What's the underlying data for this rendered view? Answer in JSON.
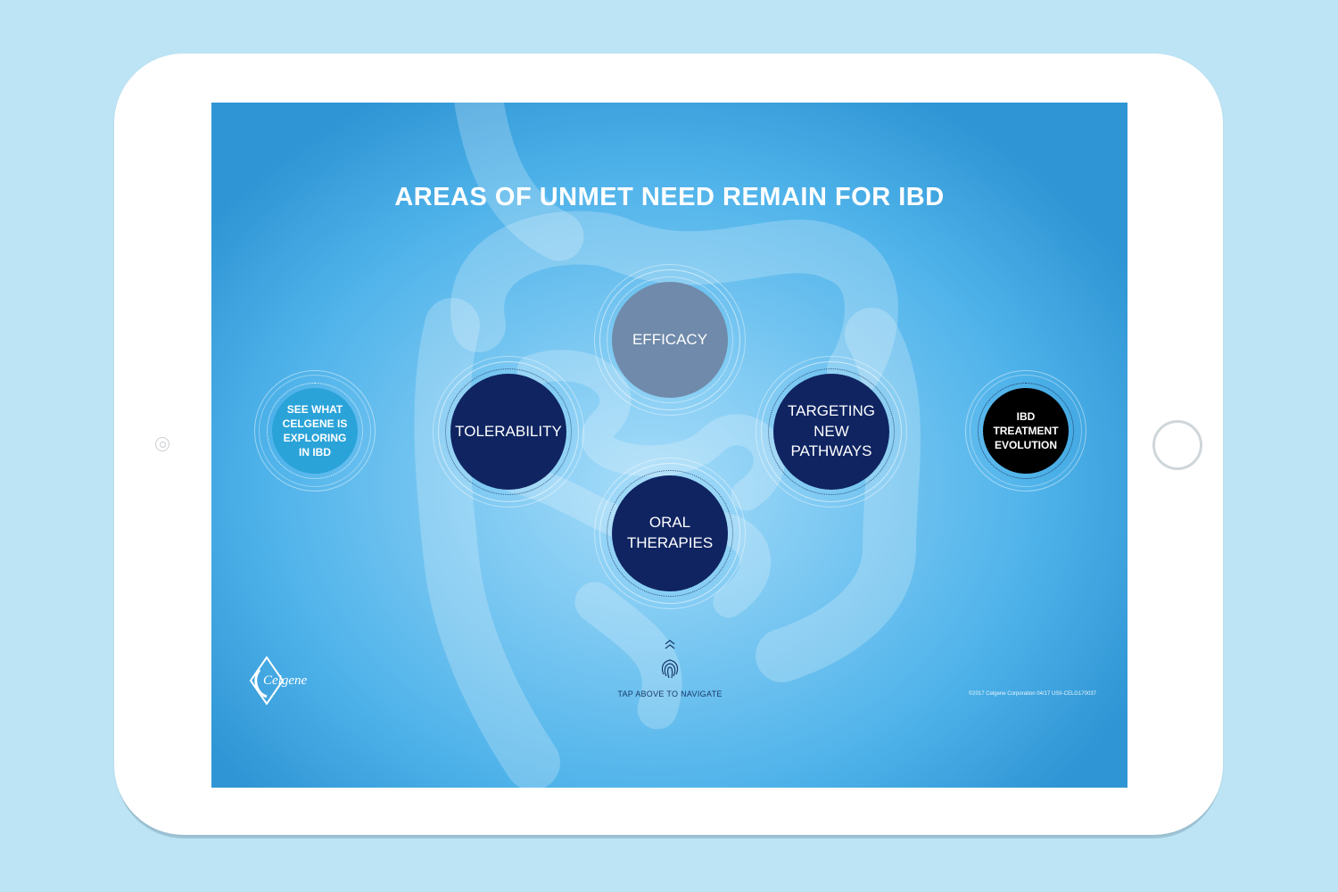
{
  "screen": {
    "title": "AREAS OF UNMET NEED REMAIN FOR IBD",
    "nodes": {
      "explore": "SEE WHAT\nCELGENE IS\nEXPLORING\nIN IBD",
      "tolerability": "TOLERABILITY",
      "efficacy": "EFFICACY",
      "oral": "ORAL\nTHERAPIES",
      "targeting": "TARGETING\nNEW\nPATHWAYS",
      "evolution": "IBD\nTREATMENT\nEVOLUTION"
    },
    "nav_hint": "TAP ABOVE TO NAVIGATE",
    "logo_text": "Celgene",
    "footer": "©2017 Celgene Corporation   04/17  USII-CELG170037"
  },
  "colors": {
    "page_bg": "#bde4f5",
    "navy": "#0f2461",
    "light_blue": "#2aa3d9",
    "black": "#000000",
    "muted": "#6f8aaa"
  },
  "icons": [
    "fingerprint-icon",
    "chevron-up-icon",
    "celgene-logo",
    "home-button"
  ]
}
